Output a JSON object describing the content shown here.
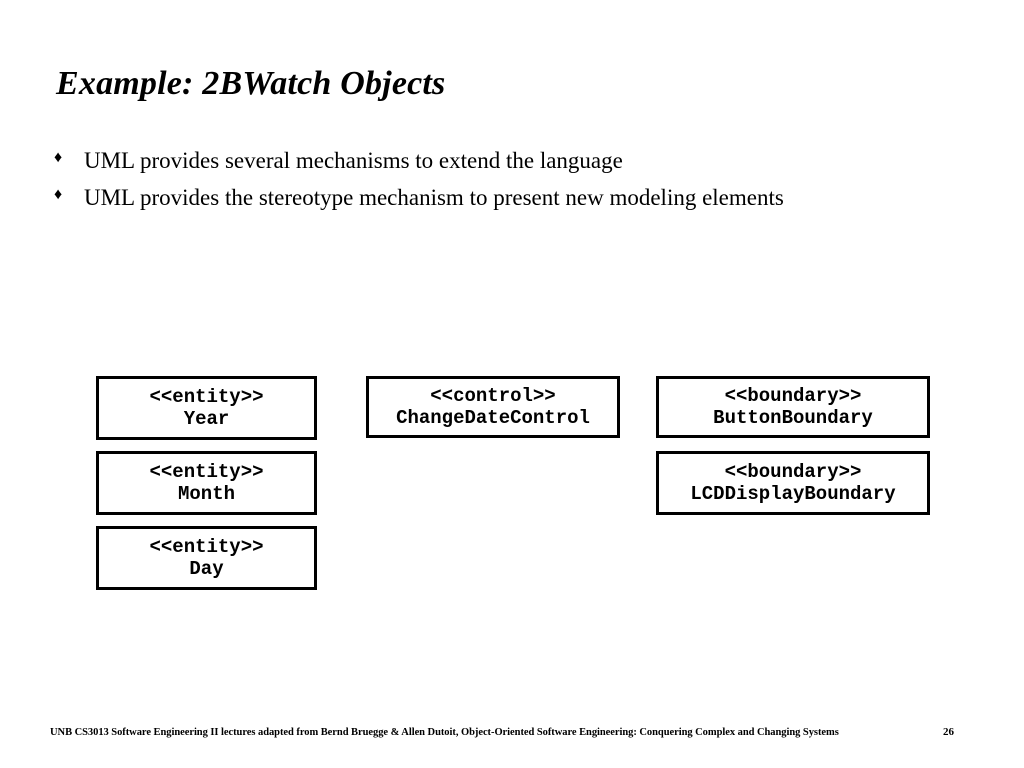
{
  "slide": {
    "title": "Example: 2BWatch Objects",
    "background_color": "#ffffff",
    "text_color": "#000000"
  },
  "bullets": {
    "marker": "♦",
    "items": [
      {
        "text": "UML provides several mechanisms to extend the language"
      },
      {
        "text": "UML provides the stereotype mechanism to present new modeling elements"
      }
    ]
  },
  "diagram": {
    "type": "uml-object-stereotypes",
    "border_color": "#000000",
    "fill_color": "#ffffff",
    "columns": [
      {
        "name": "entity-column",
        "boxes": [
          {
            "stereotype": "<<entity>>",
            "name": "Year"
          },
          {
            "stereotype": "<<entity>>",
            "name": "Month"
          },
          {
            "stereotype": "<<entity>>",
            "name": "Day"
          }
        ]
      },
      {
        "name": "control-column",
        "boxes": [
          {
            "stereotype": "<<control>>",
            "name": "ChangeDateControl"
          }
        ]
      },
      {
        "name": "boundary-column",
        "boxes": [
          {
            "stereotype": "<<boundary>>",
            "name": "ButtonBoundary"
          },
          {
            "stereotype": "<<boundary>>",
            "name": "LCDDisplayBoundary"
          }
        ]
      }
    ]
  },
  "footer": {
    "credit": "UNB CS3013 Software Engineering II lectures adapted from Bernd Bruegge & Allen Dutoit, Object-Oriented Software Engineering: Conquering Complex and Changing Systems",
    "page_number": "26"
  }
}
